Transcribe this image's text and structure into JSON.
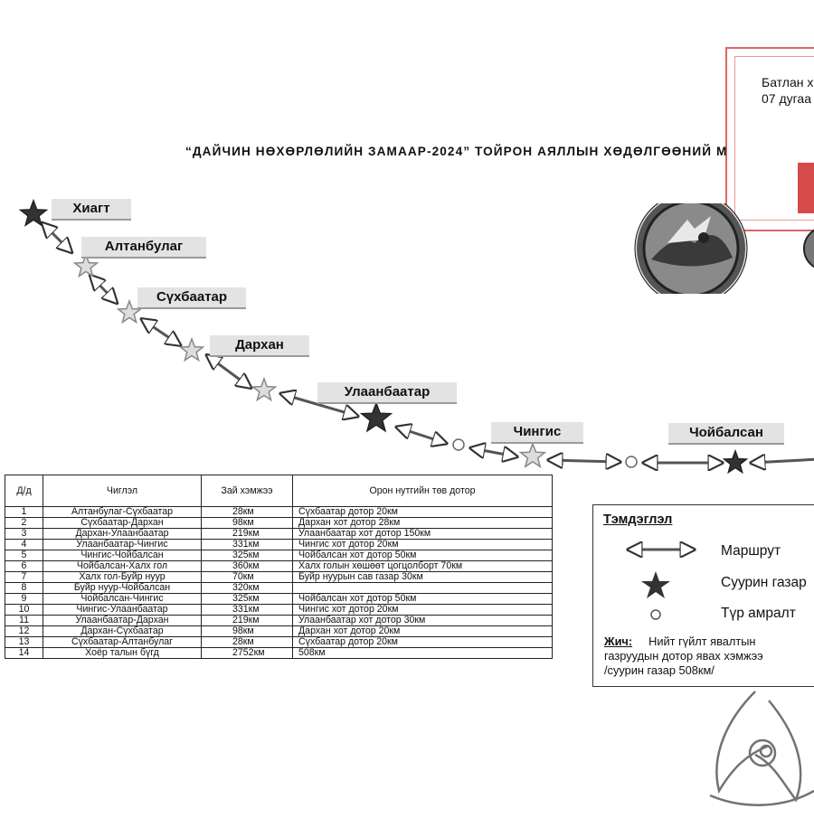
{
  "document": {
    "title": "“ДАЙЧИН НӨХӨРЛӨЛИЙН ЗАМААР-2024” ТОЙРОН АЯЛЛЫН ХӨДӨЛГӨӨНИЙ М",
    "approval_line1": "Батлан х",
    "approval_line2": "07 дугаа"
  },
  "route": {
    "stops": [
      {
        "name": "Хиагт",
        "type": "settlement"
      },
      {
        "name": "Алтанбулаг",
        "type": "stop"
      },
      {
        "name": "Сүхбаатар",
        "type": "stop"
      },
      {
        "name": "Дархан",
        "type": "stop"
      },
      {
        "name": "Улаанбаатар",
        "type": "settlement"
      },
      {
        "name": "Чингис",
        "type": "stop"
      },
      {
        "name": "Чойбалсан",
        "type": "settlement"
      }
    ]
  },
  "table": {
    "headers": [
      "Д/д",
      "Чиглэл",
      "Зай хэмжээ",
      "Орон нутгийн төв дотор"
    ],
    "rows": [
      [
        "1",
        "Алтанбулаг-Сүхбаатар",
        "28км",
        "Сүхбаатар дотор 20км"
      ],
      [
        "2",
        "Сүхбаатар-Дархан",
        "98км",
        "Дархан хот дотор 28км"
      ],
      [
        "3",
        "Дархан-Улаанбаатар",
        "219км",
        "Улаанбаатар хот дотор 150км"
      ],
      [
        "4",
        "Улаанбаатар-Чингис",
        "331км",
        "Чингис хот дотор 20км"
      ],
      [
        "5",
        "Чингис-Чойбалсан",
        "325км",
        "Чойбалсан хот дотор 50км"
      ],
      [
        "6",
        "Чойбалсан-Халх гол",
        "360км",
        "Халх голын хөшөөт цогцолборт 70км"
      ],
      [
        "7",
        "Халх гол-Буйр нуур",
        "70км",
        "Буйр нуурын сав газар 30км"
      ],
      [
        "8",
        "Буйр нуур-Чойбалсан",
        "320км",
        ""
      ],
      [
        "9",
        "Чойбалсан-Чингис",
        "325км",
        "Чойбалсан хот дотор 50км"
      ],
      [
        "10",
        "Чингис-Улаанбаатар",
        "331км",
        "Чингис хот дотор 20км"
      ],
      [
        "11",
        "Улаанбаатар-Дархан",
        "219км",
        "Улаанбаатар хот дотор 30км"
      ],
      [
        "12",
        "Дархан-Сүхбаатар",
        "98км",
        "Дархан хот дотор 20км"
      ],
      [
        "13",
        "Сүхбаатар-Алтанбулаг",
        "28км",
        "Сүхбаатар дотор 20км"
      ],
      [
        "14",
        "Хоёр талын бүгд",
        "2752км",
        "508км"
      ]
    ]
  },
  "legend": {
    "title": "Тэмдэглэл",
    "route_label": "Маршрут",
    "settlement_label": "Суурин газар",
    "rest_label": "Түр амралт",
    "note_label": "Жич:",
    "note_line1": "Нийт гүйлт явалтын",
    "note_line2": "газруудын дотор явах хэмжээ",
    "note_line3": "/суурин газар 508км/"
  },
  "colors": {
    "settlement_star": "#333333",
    "stop_star": "#dddddd",
    "label_bg": "#e3e3e3",
    "stamp": "#d64a4a"
  }
}
